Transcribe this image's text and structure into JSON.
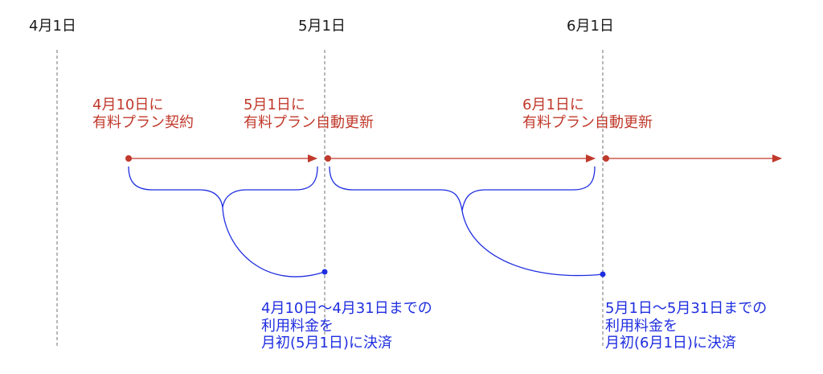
{
  "colors": {
    "guide_line": "#8a8a8a",
    "timeline": "#c0392b",
    "bracket": "#1f2ee0",
    "date_text": "#1a1a1a",
    "event_text": "#c0392b",
    "note_text": "#1f2ee0"
  },
  "dates": {
    "apr1": "4月1日",
    "may1": "5月1日",
    "jun1": "6月1日"
  },
  "events": {
    "contract": {
      "line1": "4月10日に",
      "line2": "有料プラン契約"
    },
    "renew_may": {
      "line1": "5月1日に",
      "line2": "有料プラン自動更新"
    },
    "renew_jun": {
      "line1": "6月1日に",
      "line2": "有料プラン自動更新"
    }
  },
  "notes": {
    "first": {
      "line1": "4月10日〜4月31日までの",
      "line2": "利用料金を",
      "line3": "月初(5月1日)に決済"
    },
    "second": {
      "line1": "5月1日〜5月31日までの",
      "line2": "利用料金を",
      "line3": "月初(6月1日)に決済"
    }
  }
}
